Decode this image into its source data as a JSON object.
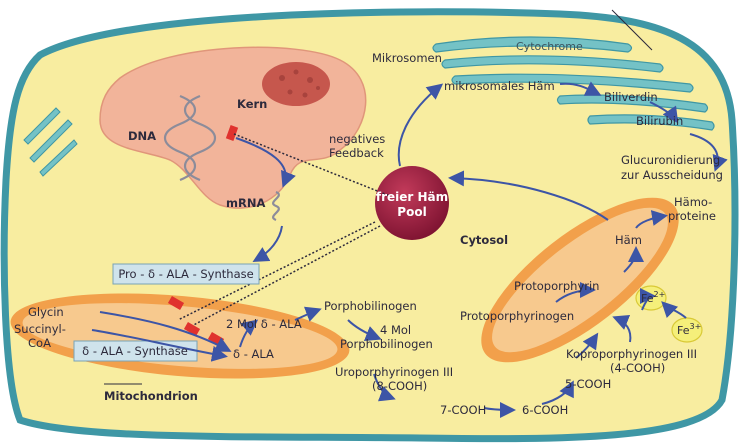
{
  "organelles": {
    "nucleus": "Kern",
    "dna": "DNA",
    "mrna": "mRNA",
    "mitochondrion": "Mitochondrion",
    "cytosol": "Cytosol",
    "microsomes": "Mikrosomen",
    "cytochromes": "Cytochrome"
  },
  "feedback": {
    "line1": "negatives",
    "line2": "Feedback"
  },
  "heme_pool": {
    "line1": "freier Häm",
    "line2": "Pool"
  },
  "enzymes": {
    "pro_ala_synthase": "Pro - δ - ALA - Synthase",
    "ala_synthase": "δ - ALA - Synthase"
  },
  "substrates": {
    "glycine": "Glycin",
    "succinyl_line1": "Succinyl-",
    "succinyl_line2": "CoA",
    "ala": "δ - ALA",
    "two_mol_ala": "2 Mol δ - ALA"
  },
  "pathway": {
    "porphobilinogen": "Porphobilinogen",
    "four_mol_line1": "4 Mol",
    "four_mol_line2": "Porphobilinogen",
    "uroporphyrinogen": "Uroporphyrinogen III",
    "uro_cooh": "(8-COOH)",
    "seven_cooh": "7-COOH",
    "six_cooh": "6-COOH",
    "five_cooh": "5-COOH",
    "koproporphyrinogen": "Koproporphyrinogen III",
    "kopro_cooh": "(4-COOH)",
    "protoporphyrinogen": "Protoporphyrinogen",
    "protoporphyrin": "Protoporphyrin",
    "haem": "Häm",
    "haemoproteins_line1": "Hämo-",
    "haemoproteins_line2": "proteine"
  },
  "iron": {
    "fe2": "Fe",
    "fe2_charge": "2+",
    "fe3": "Fe",
    "fe3_charge": "3+"
  },
  "degradation": {
    "microsomal_haem": "mikrosomales Häm",
    "biliverdin": "Biliverdin",
    "bilirubin": "Bilirubin",
    "glucuronidation_line1": "Glucuronidierung",
    "glucuronidation_line2": "zur Ausscheidung"
  },
  "colors": {
    "cytoplasm": "#f8eda0",
    "membrane": "#3f97a5",
    "nucleus": "#f2b49a",
    "mitochondrion": "#f2a04b",
    "heme_pool": "#9b1d3c",
    "arrow": "#3d55a6",
    "enzyme_box": "#cfe3ec"
  }
}
